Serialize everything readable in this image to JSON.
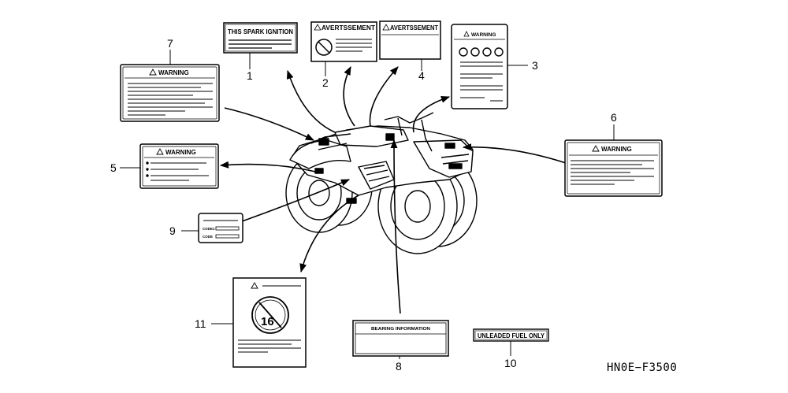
{
  "diagram_code": "HN0E−F3500",
  "callouts": [
    "1",
    "2",
    "3",
    "4",
    "5",
    "6",
    "7",
    "8",
    "9",
    "10",
    "11"
  ],
  "labels": {
    "spark_ignition": "THIS SPARK IGNITION",
    "avertissement_2": "AVERTSSEMENT",
    "avertissement_4": "AVERTSSEMENT",
    "warning_3": "WARNING",
    "warning_5": "WARNING",
    "warning_6": "WARNING",
    "warning_7": "WARNING",
    "code_1": "CODE1",
    "code_2": "CODE",
    "bearing_info": "BEARING INFORMATION",
    "unleaded": "UNLEADED FUEL ONLY",
    "age_16": "16"
  }
}
